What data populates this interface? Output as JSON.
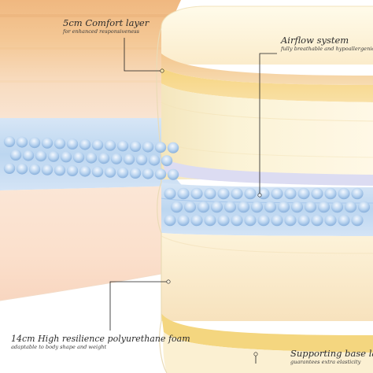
{
  "callouts": {
    "comfort_layer": {
      "title": "5cm Comfort layer",
      "subtitle": "for enhanced responsiveness"
    },
    "airflow_system": {
      "title": "Airflow system",
      "subtitle": "fully breathable and hypoallergenic"
    },
    "foam_core": {
      "title": "14cm High resilience polyurethane foam",
      "subtitle": "adaptable to body shape and weight"
    },
    "base_layer": {
      "title": "Supporting base layer",
      "subtitle": "guarantees extra elasticity"
    }
  },
  "colors": {
    "comfort_orange": "#f2c08a",
    "comfort_yellow": "#f7d98d",
    "cream": "#fbf1cf",
    "airflow_blue": "#c2daf2",
    "airflow_deep": "#9cc3ea",
    "foam_peach": "#fbe3cd",
    "leader_line": "#1e1e1e"
  }
}
